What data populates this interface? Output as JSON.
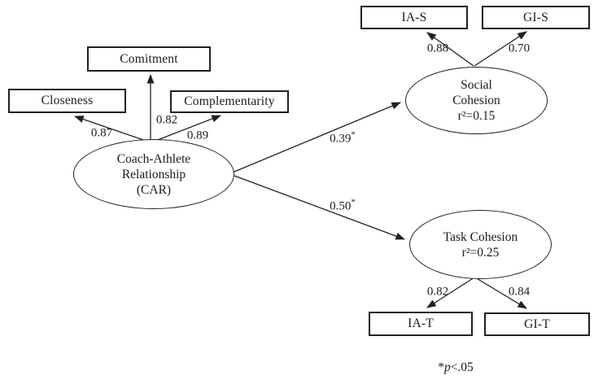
{
  "diagram": {
    "latent": {
      "car": {
        "lines": [
          "Coach-Athlete",
          "Relationship",
          "(CAR)"
        ]
      },
      "social": {
        "lines": [
          "Social",
          "Cohesion",
          "r²=0.15"
        ]
      },
      "task": {
        "lines": [
          "Task Cohesion",
          "r²=0.25"
        ]
      }
    },
    "indicators": {
      "closeness": "Closeness",
      "commitment": "Comitment",
      "complementarity": "Complementarity",
      "ia_s": "IA-S",
      "gi_s": "GI-S",
      "ia_t": "IA-T",
      "gi_t": "GI-T"
    },
    "loadings": {
      "closeness": "0.87",
      "commitment": "0.82",
      "complementarity": "0.89",
      "ia_s": "0.88",
      "gi_s": "0.70",
      "ia_t": "0.82",
      "gi_t": "0.84"
    },
    "paths": {
      "car_social": {
        "value": "0.39",
        "star": "*"
      },
      "car_task": {
        "value": "0.50",
        "star": "*"
      }
    },
    "note": {
      "star": "*",
      "p": "p",
      "rest": "<.05"
    },
    "colors": {
      "line": "#1f1f28",
      "background": "#ffffff"
    }
  }
}
